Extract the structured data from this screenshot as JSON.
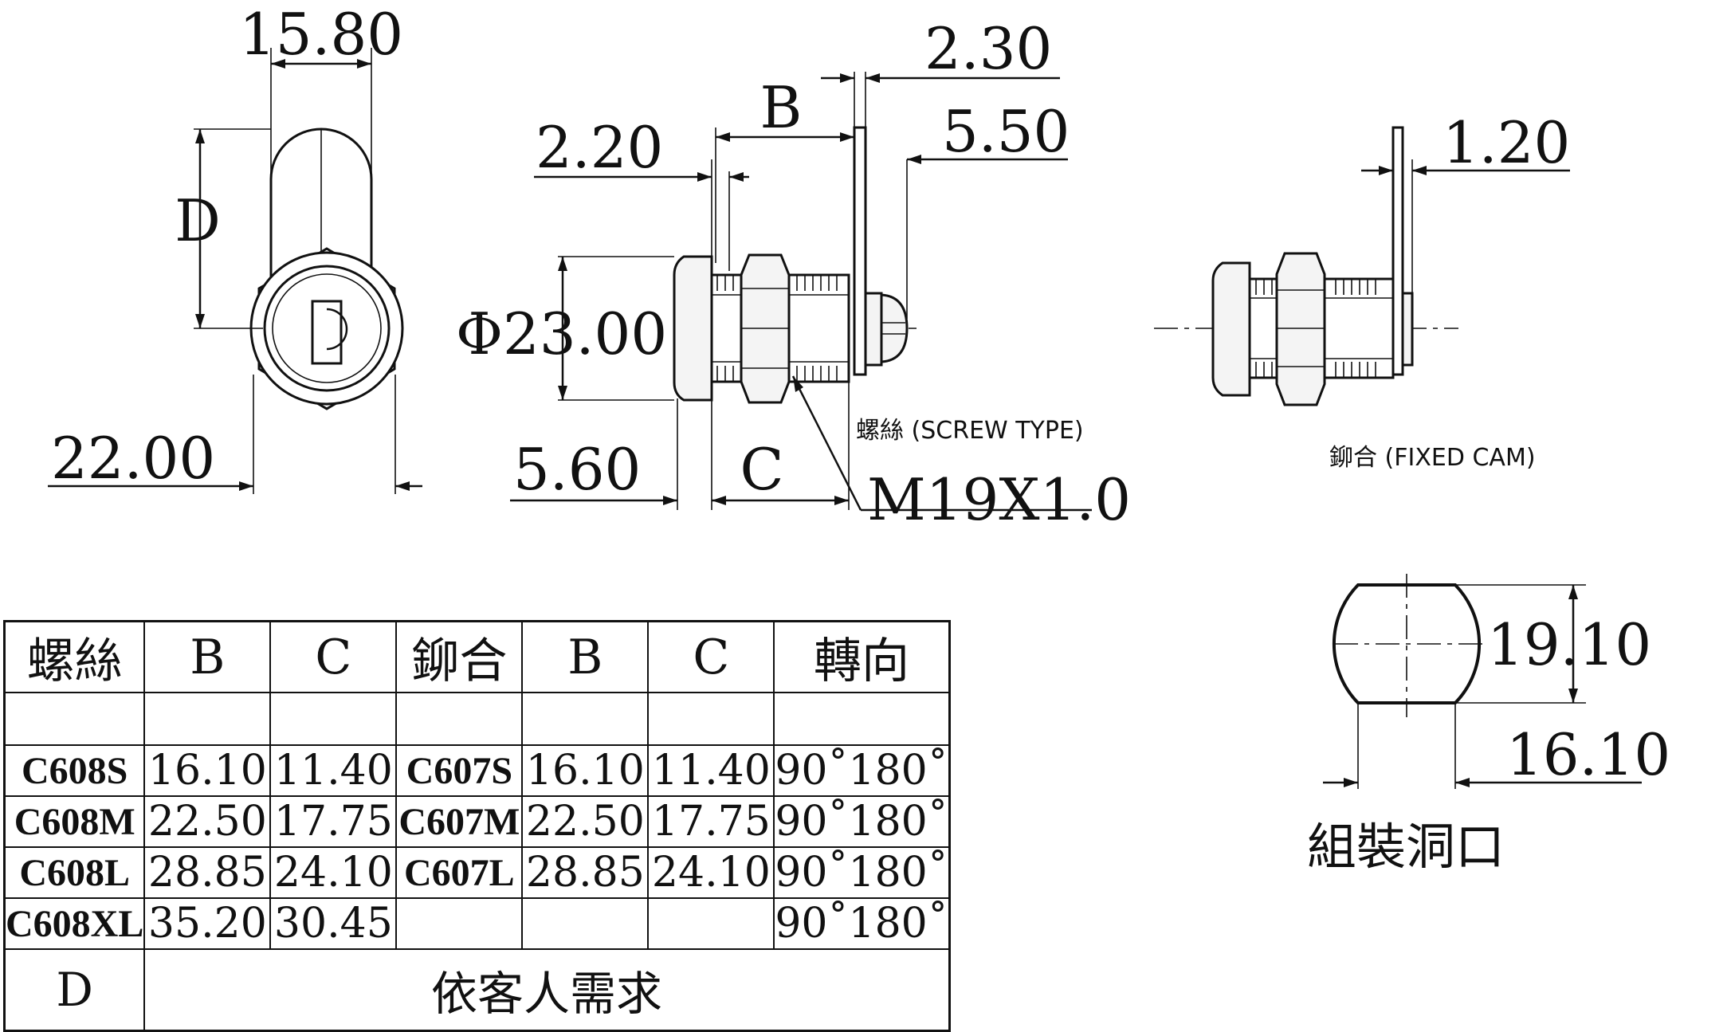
{
  "front_view": {
    "dim_top": "15.80",
    "dim_height": "D",
    "dim_width": "22.00"
  },
  "screw_view": {
    "dim_cam_thickness": "2.30",
    "dim_b": "B",
    "dim_cam_offset": "5.50",
    "dim_lip": "2.20",
    "dim_diameter": "Φ23.00",
    "dim_head": "5.60",
    "dim_c": "C",
    "dim_thread": "M19X1.0",
    "label": "螺絲 (SCREW TYPE)"
  },
  "fixed_view": {
    "dim_cam_thickness": "1.20",
    "label": "鉚合 (FIXED CAM)"
  },
  "cutout": {
    "dim_height": "19.10",
    "dim_width": "16.10",
    "label": "組裝洞口"
  },
  "table": {
    "headers": [
      "螺絲",
      "B",
      "C",
      "鉚合",
      "B",
      "C",
      "轉向"
    ],
    "rows": [
      [
        "C608S",
        "16.10",
        "11.40",
        "C607S",
        "16.10",
        "11.40",
        "90˚180˚"
      ],
      [
        "C608M",
        "22.50",
        "17.75",
        "C607M",
        "22.50",
        "17.75",
        "90˚180˚"
      ],
      [
        "C608L",
        "28.85",
        "24.10",
        "C607L",
        "28.85",
        "24.10",
        "90˚180˚"
      ],
      [
        "C608XL",
        "35.20",
        "30.45",
        "",
        "",
        "",
        "90˚180˚"
      ]
    ],
    "d_label": "D",
    "d_note": "依客人需求"
  }
}
